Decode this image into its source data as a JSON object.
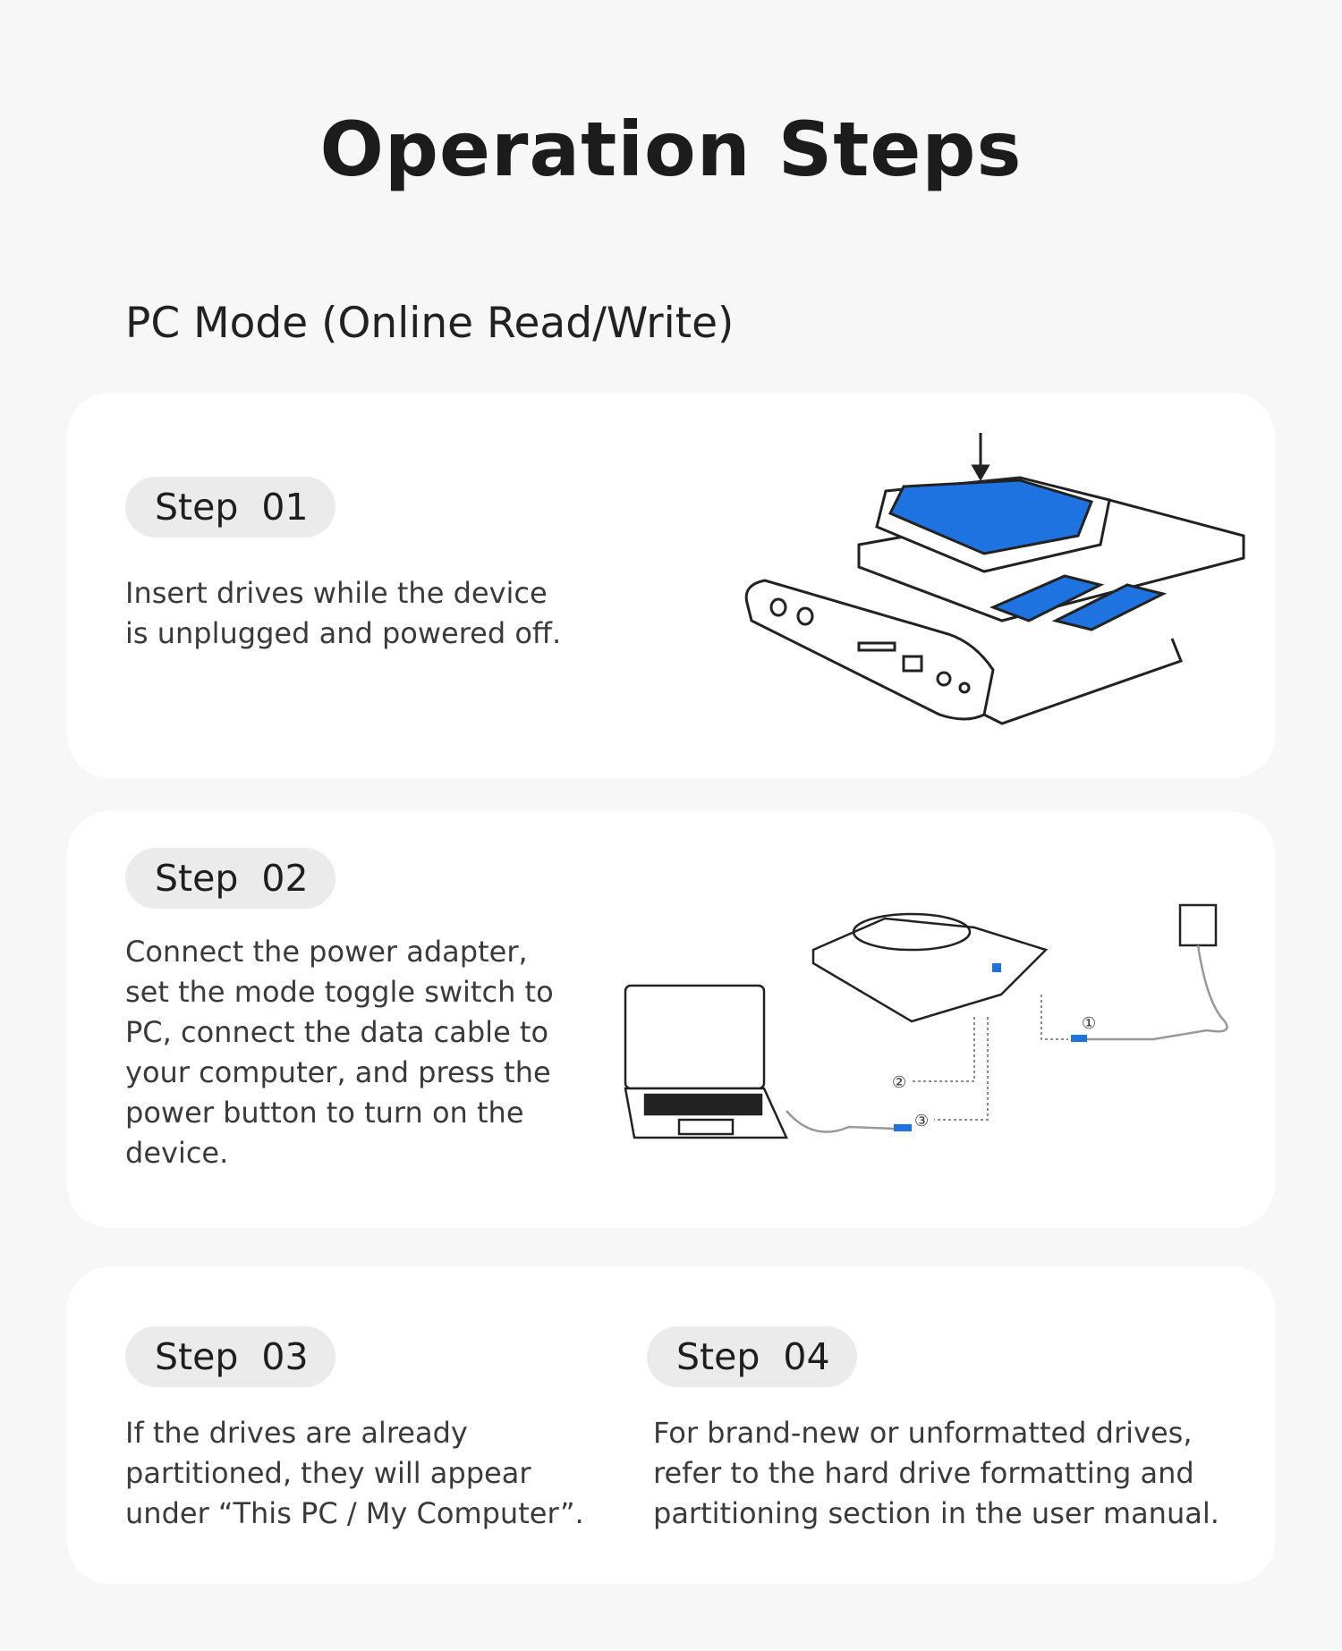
{
  "title": "Operation Steps",
  "subtitle": "PC Mode (Online Read/Write)",
  "steps": [
    {
      "label": "Step  01",
      "text": "Insert drives while the device\nis unplugged and powered off."
    },
    {
      "label": "Step  02",
      "text": "Connect the power adapter,\nset the mode toggle switch to\nPC, connect the data cable to\nyour computer, and press the\npower button to turn on the\ndevice."
    },
    {
      "label": "Step  03",
      "text": "If the drives are already\npartitioned, they will appear\nunder “This PC / My Computer”."
    },
    {
      "label": "Step  04",
      "text": "For brand-new or unformatted drives,\nrefer to the hard drive formatting and\npartitioning section in the user manual."
    }
  ],
  "callouts": [
    "①",
    "②",
    "③"
  ],
  "colors": {
    "accent": "#1e73e0"
  }
}
